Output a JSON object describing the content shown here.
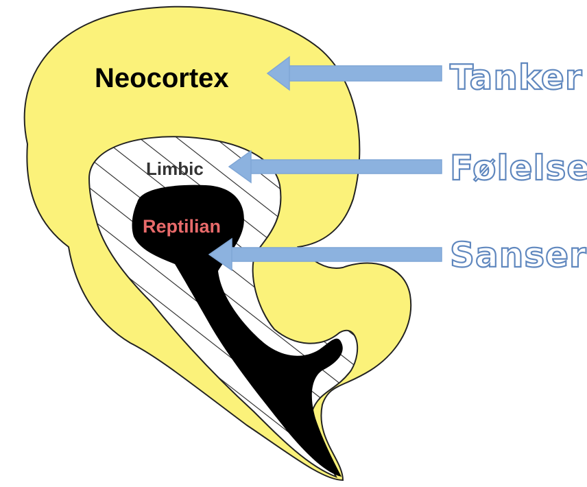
{
  "regions": {
    "neocortex": "Neocortex",
    "limbic": "Limbic",
    "reptilian": "Reptilian"
  },
  "functions": {
    "thoughts": "Tanker",
    "feelings": "Følelser",
    "senses": "Sanser"
  },
  "colors": {
    "neocortex_fill": "#FBF27A",
    "reptilian_fill": "#000000",
    "reptilian_text": "#E86A6A",
    "arrow_fill": "#8CB2DF",
    "arrow_stroke": "#7FA6D6",
    "outline_text_stroke": "#5F87BE"
  }
}
